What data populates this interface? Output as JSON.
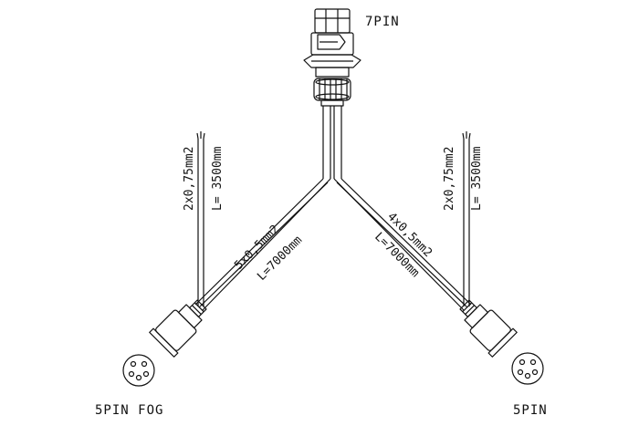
{
  "connectors": {
    "main": {
      "name": "7PIN"
    },
    "left": {
      "name": "5PIN FOG"
    },
    "right": {
      "name": "5PIN"
    }
  },
  "cables": {
    "left_main": {
      "section": "5x0,5mm2",
      "length": "L=7000mm"
    },
    "right_main": {
      "section": "4x0,5mm2",
      "length": "L=7000mm"
    },
    "left_aux": {
      "section": "2x0,75mm2",
      "length": "L= 3500mm"
    },
    "right_aux": {
      "section": "2x0,75mm2",
      "length": "L= 3500mm"
    }
  },
  "colors": {
    "line": "#111111",
    "background": "#ffffff"
  }
}
